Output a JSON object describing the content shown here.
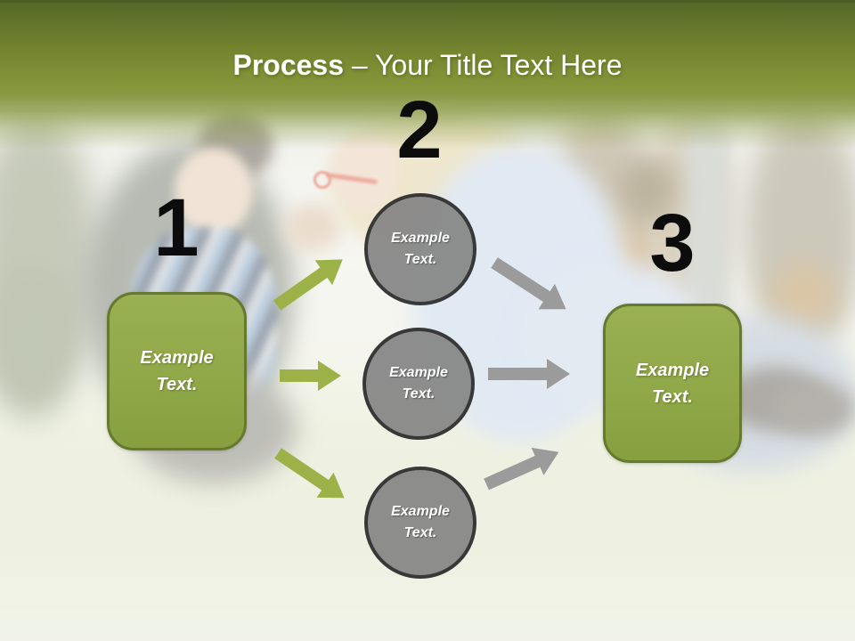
{
  "title": {
    "bold_part": "Process",
    "dash": "–",
    "regular_part": "Your Title Text Here"
  },
  "process": {
    "start": {
      "number": "1",
      "text_line1": "Example",
      "text_line2": "Text."
    },
    "middle": {
      "number": "2",
      "circles": [
        {
          "text_line1": "Example",
          "text_line2": "Text."
        },
        {
          "text_line1": "Example",
          "text_line2": "Text."
        },
        {
          "text_line1": "Example",
          "text_line2": "Text."
        }
      ]
    },
    "end": {
      "number": "3",
      "text_line1": "Example",
      "text_line2": "Text."
    }
  },
  "background": {
    "description": "Faded photo of a family sitting on grass blowing bubbles in a park"
  },
  "colors": {
    "header_green_top": "#546628",
    "header_green_bottom": "#879841",
    "box_fill_green": "#8fa848",
    "box_border_green": "#66792f",
    "circle_fill_gray": "#888888",
    "circle_border_gray": "#383838",
    "arrow_green": "#9cb249",
    "arrow_gray": "#9b9b9b",
    "number_black": "#0c0c0c",
    "title_white": "#ffffff"
  }
}
